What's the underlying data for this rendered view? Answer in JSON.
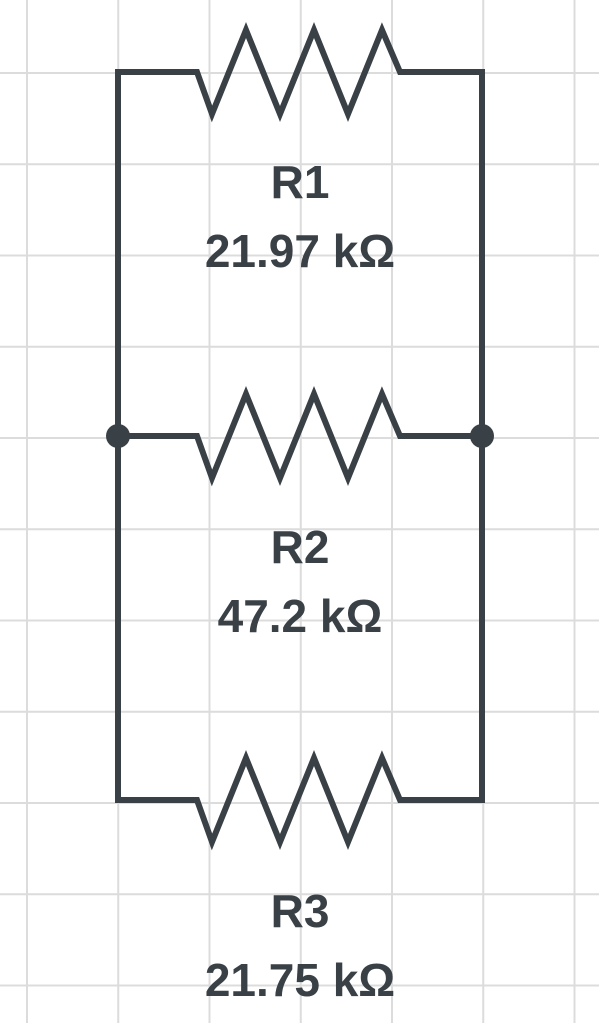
{
  "colors": {
    "background": "#ffffff",
    "grid": "#dcdcdc",
    "wire": "#394046"
  },
  "resistors": [
    {
      "name": "R1",
      "value": "21.97 kΩ"
    },
    {
      "name": "R2",
      "value": "47.2 kΩ"
    },
    {
      "name": "R3",
      "value": "21.75 kΩ"
    }
  ]
}
